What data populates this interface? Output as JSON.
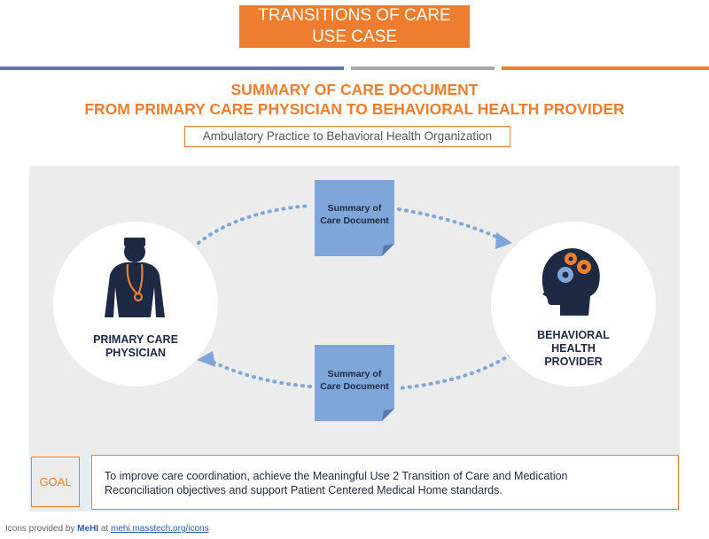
{
  "title": {
    "line1": "TRANSITIONS OF CARE",
    "line2": "USE CASE"
  },
  "heading": {
    "line1": "SUMMARY OF CARE DOCUMENT",
    "line2": "FROM PRIMARY CARE PHYSICIAN TO BEHAVIORAL HEALTH PROVIDER"
  },
  "subtitle": "Ambulatory Practice to Behavioral Health Organization",
  "left_node": {
    "line1": "PRIMARY CARE",
    "line2": "PHYSICIAN",
    "icon": "physician-icon"
  },
  "right_node": {
    "line1": "BEHAVIORAL",
    "line2": "HEALTH",
    "line3": "PROVIDER",
    "icon": "brain-gears-icon"
  },
  "documents": [
    {
      "line1": "Summary of",
      "line2": "Care Document"
    },
    {
      "line1": "Summary of",
      "line2": "Care Document"
    }
  ],
  "goal": {
    "label": "GOAL",
    "line1": "To improve care coordination, achieve the Meaningful Use 2 Transition of Care and Medication",
    "line2": "Reconciliation objectives and support Patient Centered Medical Home standards."
  },
  "credit": {
    "prefix": "Icons provided by",
    "brand": "MeHI",
    "at": "at",
    "link": "mehi.masstech.org/icons"
  },
  "colors": {
    "orange": "#ee7d2d",
    "navy": "#1e2a44",
    "doc_blue": "#7ea6d8",
    "arrow_blue": "#7ea6d8",
    "gear_orange": "#ee7d2d"
  }
}
